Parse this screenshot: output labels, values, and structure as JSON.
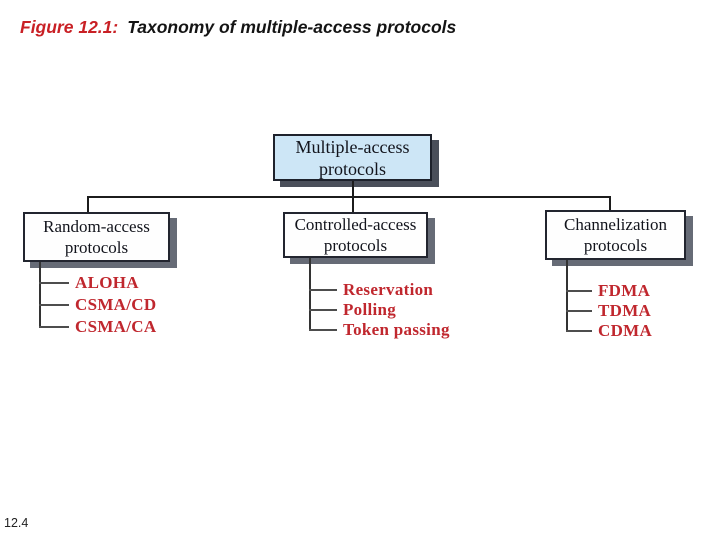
{
  "slide": {
    "title_prefix": "Figure 12.1:",
    "title_text": "Taxonomy of multiple-access protocols",
    "page_number": "12.4"
  },
  "tree": {
    "root": {
      "label": "Multiple-access protocols"
    },
    "branches": [
      {
        "label": "Random-access protocols",
        "items": [
          "ALOHA",
          "CSMA/CD",
          "CSMA/CA"
        ]
      },
      {
        "label": "Controlled-access protocols",
        "items": [
          "Reservation",
          "Polling",
          "Token passing"
        ]
      },
      {
        "label": "Channelization protocols",
        "items": [
          "FDMA",
          "TDMA",
          "CDMA"
        ]
      }
    ]
  },
  "colors": {
    "accent_red": "#c0272e",
    "title_red": "#c92025",
    "root_box_fill": "#cde6f6",
    "box_border": "#22252f",
    "shadow_gray": "#666b76"
  }
}
